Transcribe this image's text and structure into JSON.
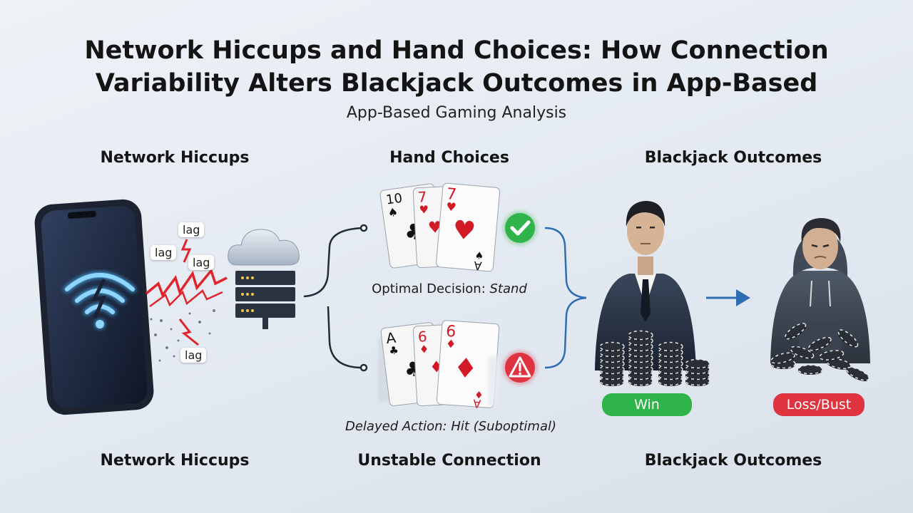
{
  "title": {
    "line1": "Network Hiccups and Hand Choices: How Connection",
    "line2": "Variability Alters Blackjack Outcomes in App-Based"
  },
  "subtitle": "App-Based Gaming Analysis",
  "columns": {
    "left_heading": "Network Hiccups",
    "middle_heading": "Hand Choices",
    "right_heading": "Blackjack Outcomes"
  },
  "footer": {
    "left": "Network Hiccups",
    "middle": "Unstable Connection",
    "right": "Blackjack Outcomes"
  },
  "lag_labels": [
    "lag",
    "lag",
    "lag",
    "lag"
  ],
  "hands": {
    "top": {
      "cards": [
        "10",
        "7",
        "7"
      ],
      "bottom_rank": "A",
      "decision_prefix": "Optimal Decision: ",
      "decision_action": "Stand"
    },
    "bottom": {
      "cards": [
        "A",
        "6",
        "6"
      ],
      "bottom_rank": "A",
      "decision": "Delayed Action: Hit (Suboptimal)"
    }
  },
  "outcomes": {
    "win_label": "Win",
    "loss_label": "Loss/Bust"
  },
  "colors": {
    "win": "#2fb44b",
    "loss": "#df3340",
    "wifi": "#48b8ff",
    "arrow": "#2f6db3",
    "lightning": "#e0242c"
  },
  "icons": [
    "smartphone-icon",
    "wifi-icon",
    "lightning-icon",
    "cloud-icon",
    "server-icon",
    "check-icon",
    "warning-icon",
    "arrow-right-icon",
    "winner-person-icon",
    "loser-person-icon",
    "chip-stack-icon"
  ]
}
